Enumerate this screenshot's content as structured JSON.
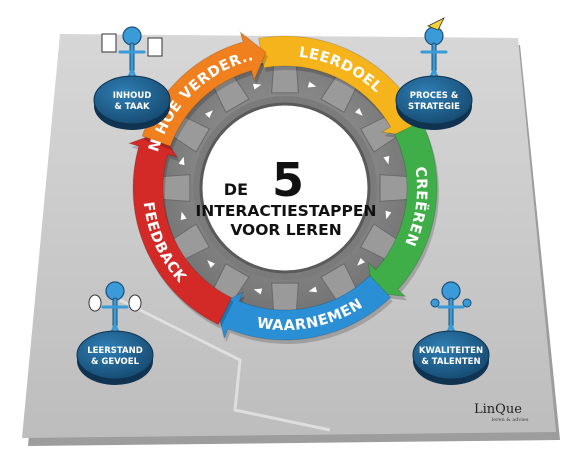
{
  "center": {
    "prefix": "DE",
    "number": "5",
    "line1": "INTERACTIESTAPPEN",
    "line2": "VOOR LEREN"
  },
  "steps": [
    {
      "label": "LEERDOEL",
      "color": "#f6b41c"
    },
    {
      "label": "CREËREN",
      "color": "#3fae49"
    },
    {
      "label": "WAARNEMEN",
      "color": "#2b8fd6"
    },
    {
      "label": "FEEDBACK",
      "color": "#d42a27"
    },
    {
      "label": "EN HOE VERDER...?",
      "color": "#f07f1d"
    }
  ],
  "corners": {
    "top_left": {
      "line1": "INHOUD",
      "line2": "& TAAK"
    },
    "top_right": {
      "line1": "PROCES &",
      "line2": "STRATEGIE"
    },
    "bottom_left": {
      "line1": "LEERSTAND",
      "line2": "& GEVOEL"
    },
    "bottom_right": {
      "line1": "KWALITEITEN",
      "line2": "& TALENTEN"
    }
  },
  "logo": {
    "text": "LinQue",
    "tagline": "leren & advies"
  },
  "colors": {
    "platform": "#c9c9c9",
    "gear": "#8e8e8e",
    "disk": "#1f5f8c",
    "figure": "#3a9bd9"
  }
}
